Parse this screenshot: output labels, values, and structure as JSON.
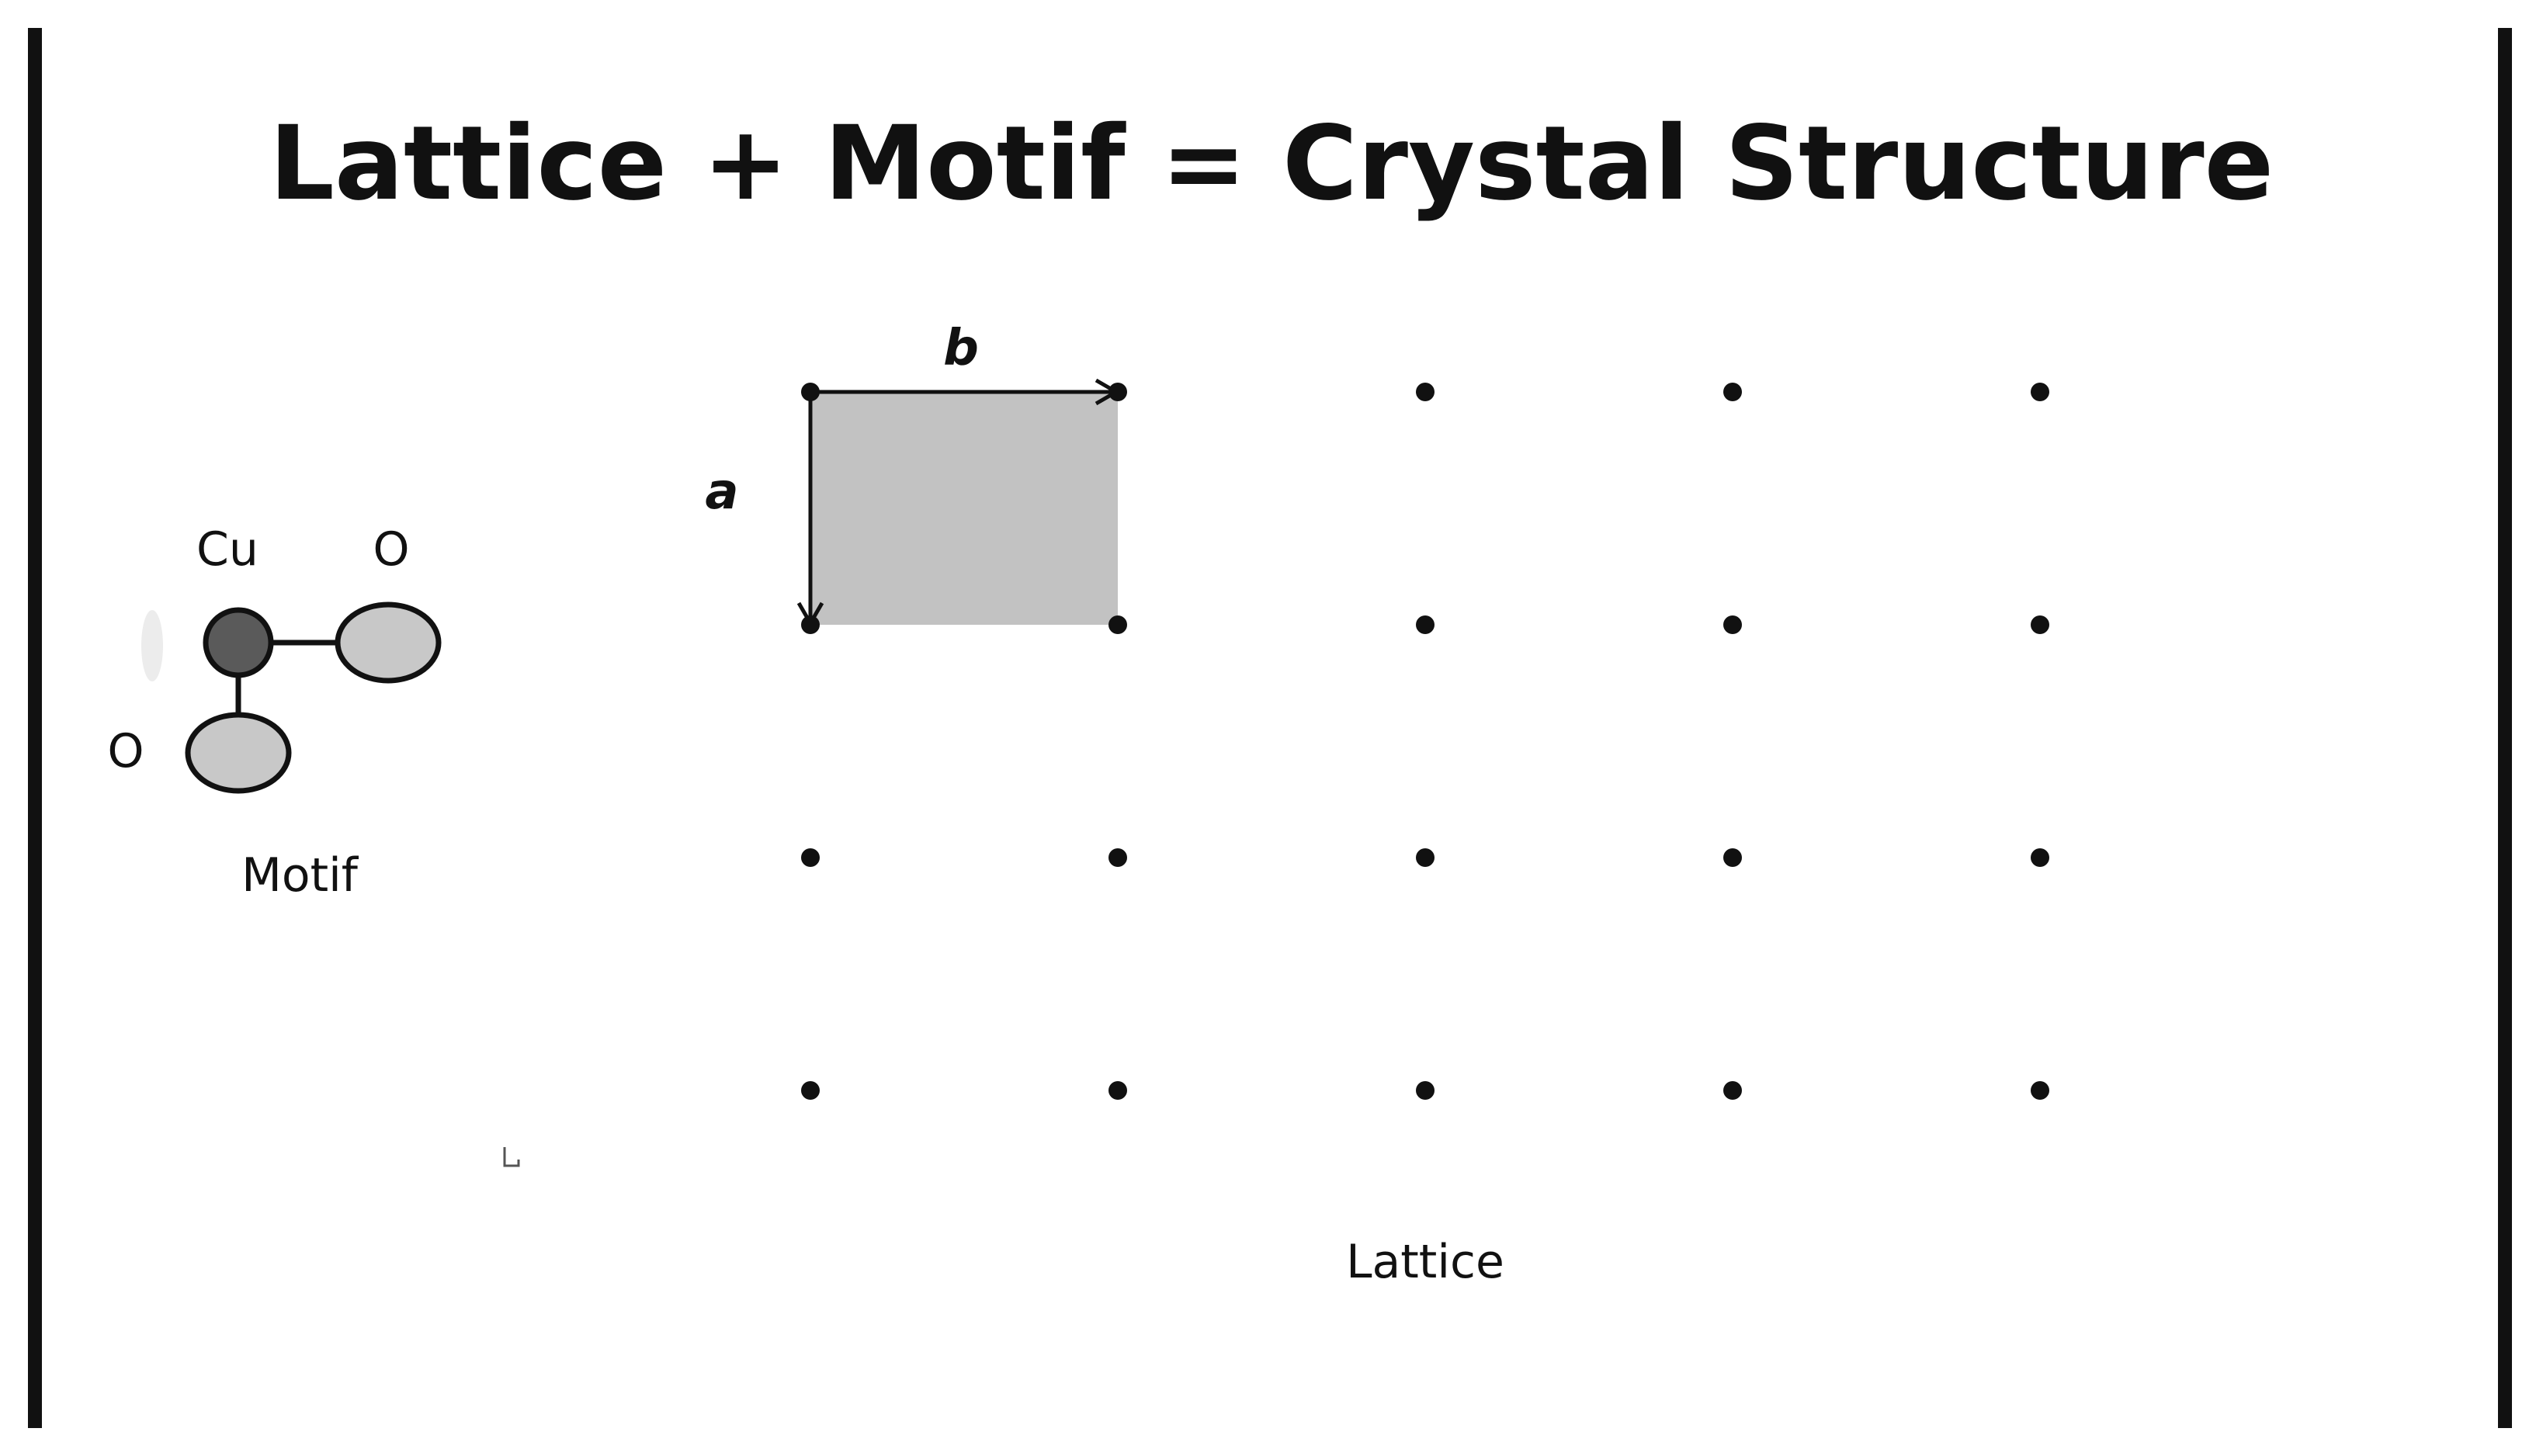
{
  "title": "Lattice + Motif = Crystal Structure",
  "motif": {
    "caption": "Motif",
    "atoms": [
      {
        "label": "Cu",
        "color": "#5a5a5a"
      },
      {
        "label": "O",
        "color": "#c8c8c8"
      },
      {
        "label": "O",
        "color": "#c8c8c8"
      }
    ]
  },
  "lattice": {
    "caption": "Lattice",
    "rows": 4,
    "columns": 5,
    "vector_a_label": "a",
    "vector_b_label": "b",
    "unit_cell_color": "#c2c2c2",
    "point_color": "#111111"
  },
  "colors": {
    "frame": "#111111",
    "stroke": "#111111"
  }
}
